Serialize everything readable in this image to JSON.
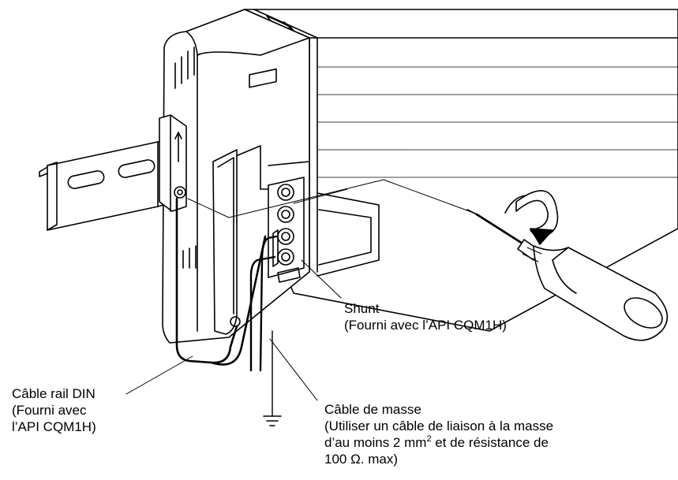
{
  "labels": {
    "shunt": [
      "Shunt",
      "(Fourni avec l’API CQM1H)"
    ],
    "din_cable": [
      "Câble rail DIN",
      "(Fourni avec",
      "l’API CQM1H)"
    ],
    "ground_cable": {
      "line1": "Câble de masse",
      "line2": "(Utiliser un câble de liaison à la masse",
      "line3_before": "d’au moins 2 mm",
      "line3_sup": "2",
      "line3_after": " et de résistance de",
      "line4": "100 Ω. max)"
    }
  },
  "colors": {
    "stroke": "#000000",
    "background": "#ffffff"
  },
  "icons": [
    "din-rail",
    "plc-unit",
    "terminal-block",
    "screwdriver",
    "rotation-arrow",
    "ground-symbol"
  ]
}
